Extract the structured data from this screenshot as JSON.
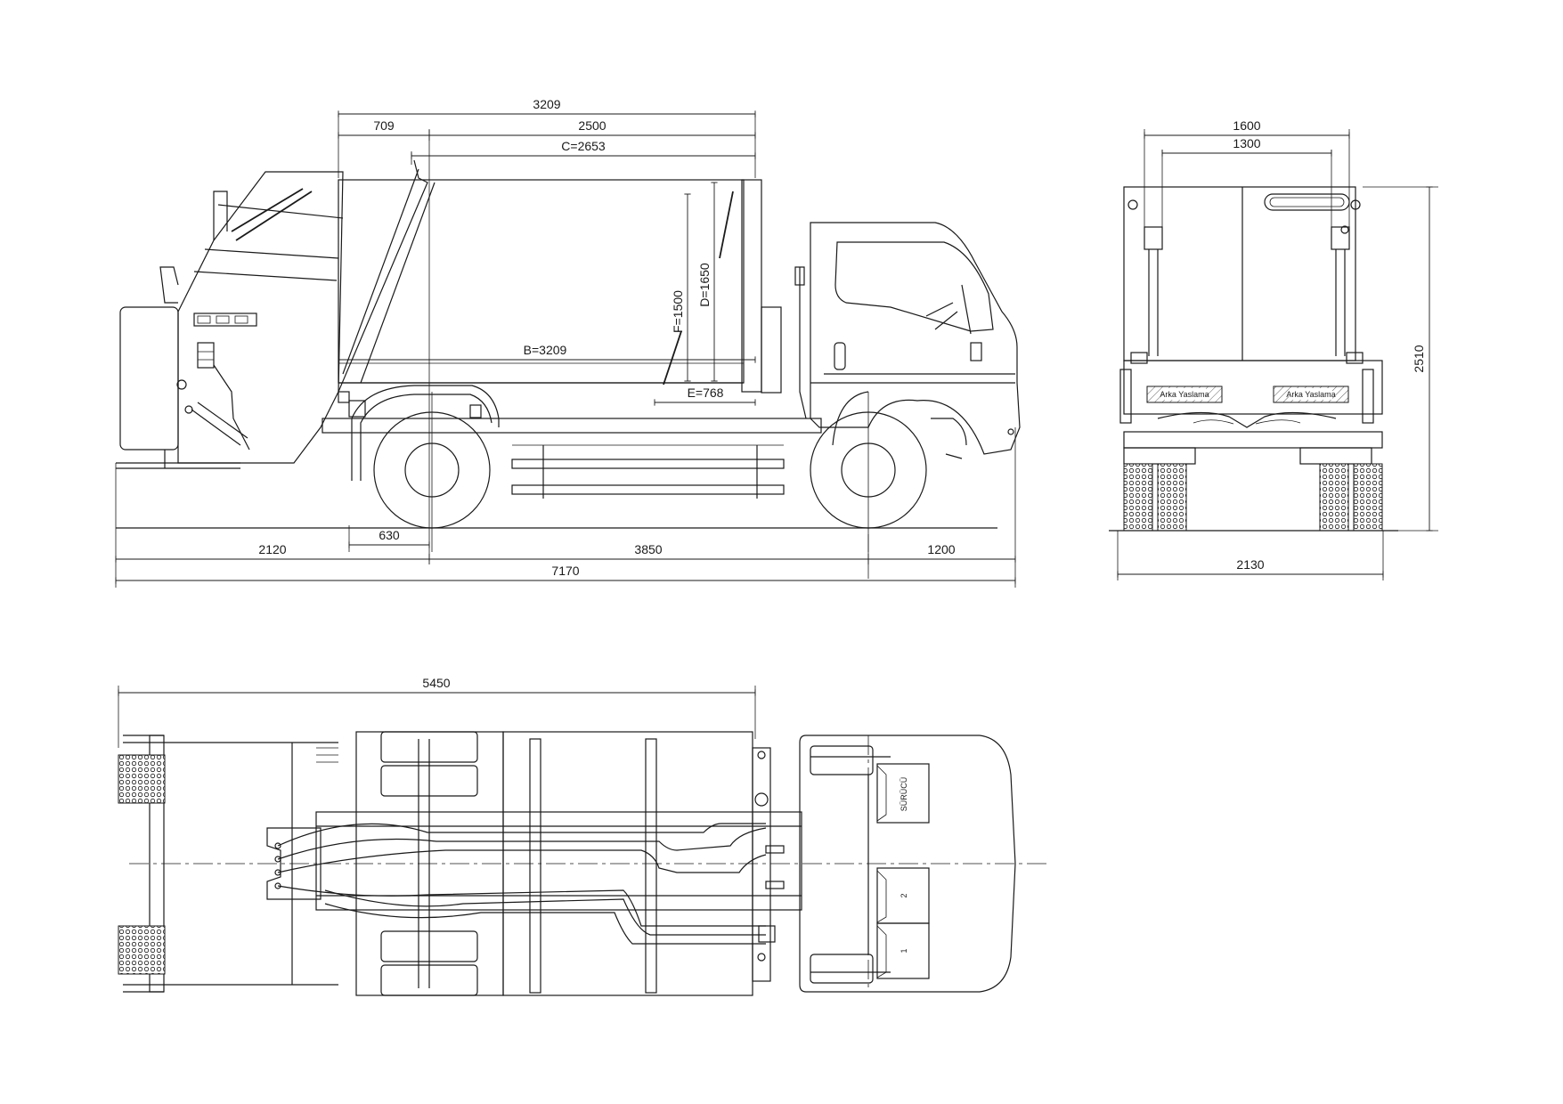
{
  "side_view": {
    "dims": {
      "d3209": "3209",
      "d709": "709",
      "d2500": "2500",
      "dC": "C=2653",
      "dF": "F=1500",
      "dD": "D=1650",
      "dB": "B=3209",
      "dE": "E=768",
      "d630": "630",
      "d2120": "2120",
      "d3850": "3850",
      "d1200": "1200",
      "d7170": "7170"
    }
  },
  "rear_view": {
    "dims": {
      "d1600": "1600",
      "d1300": "1300",
      "d2510": "2510",
      "d2130": "2130"
    },
    "bumper_labels": {
      "left": "Arka Yaslama",
      "right": "Arka Yaslama"
    }
  },
  "top_view": {
    "dims": {
      "d5450": "5450"
    },
    "seats": {
      "driver": "SÜRÜCÜ",
      "seat2": "2",
      "seat1": "1"
    }
  },
  "colors": {
    "line": "#1a1a1a",
    "background": "#ffffff"
  }
}
